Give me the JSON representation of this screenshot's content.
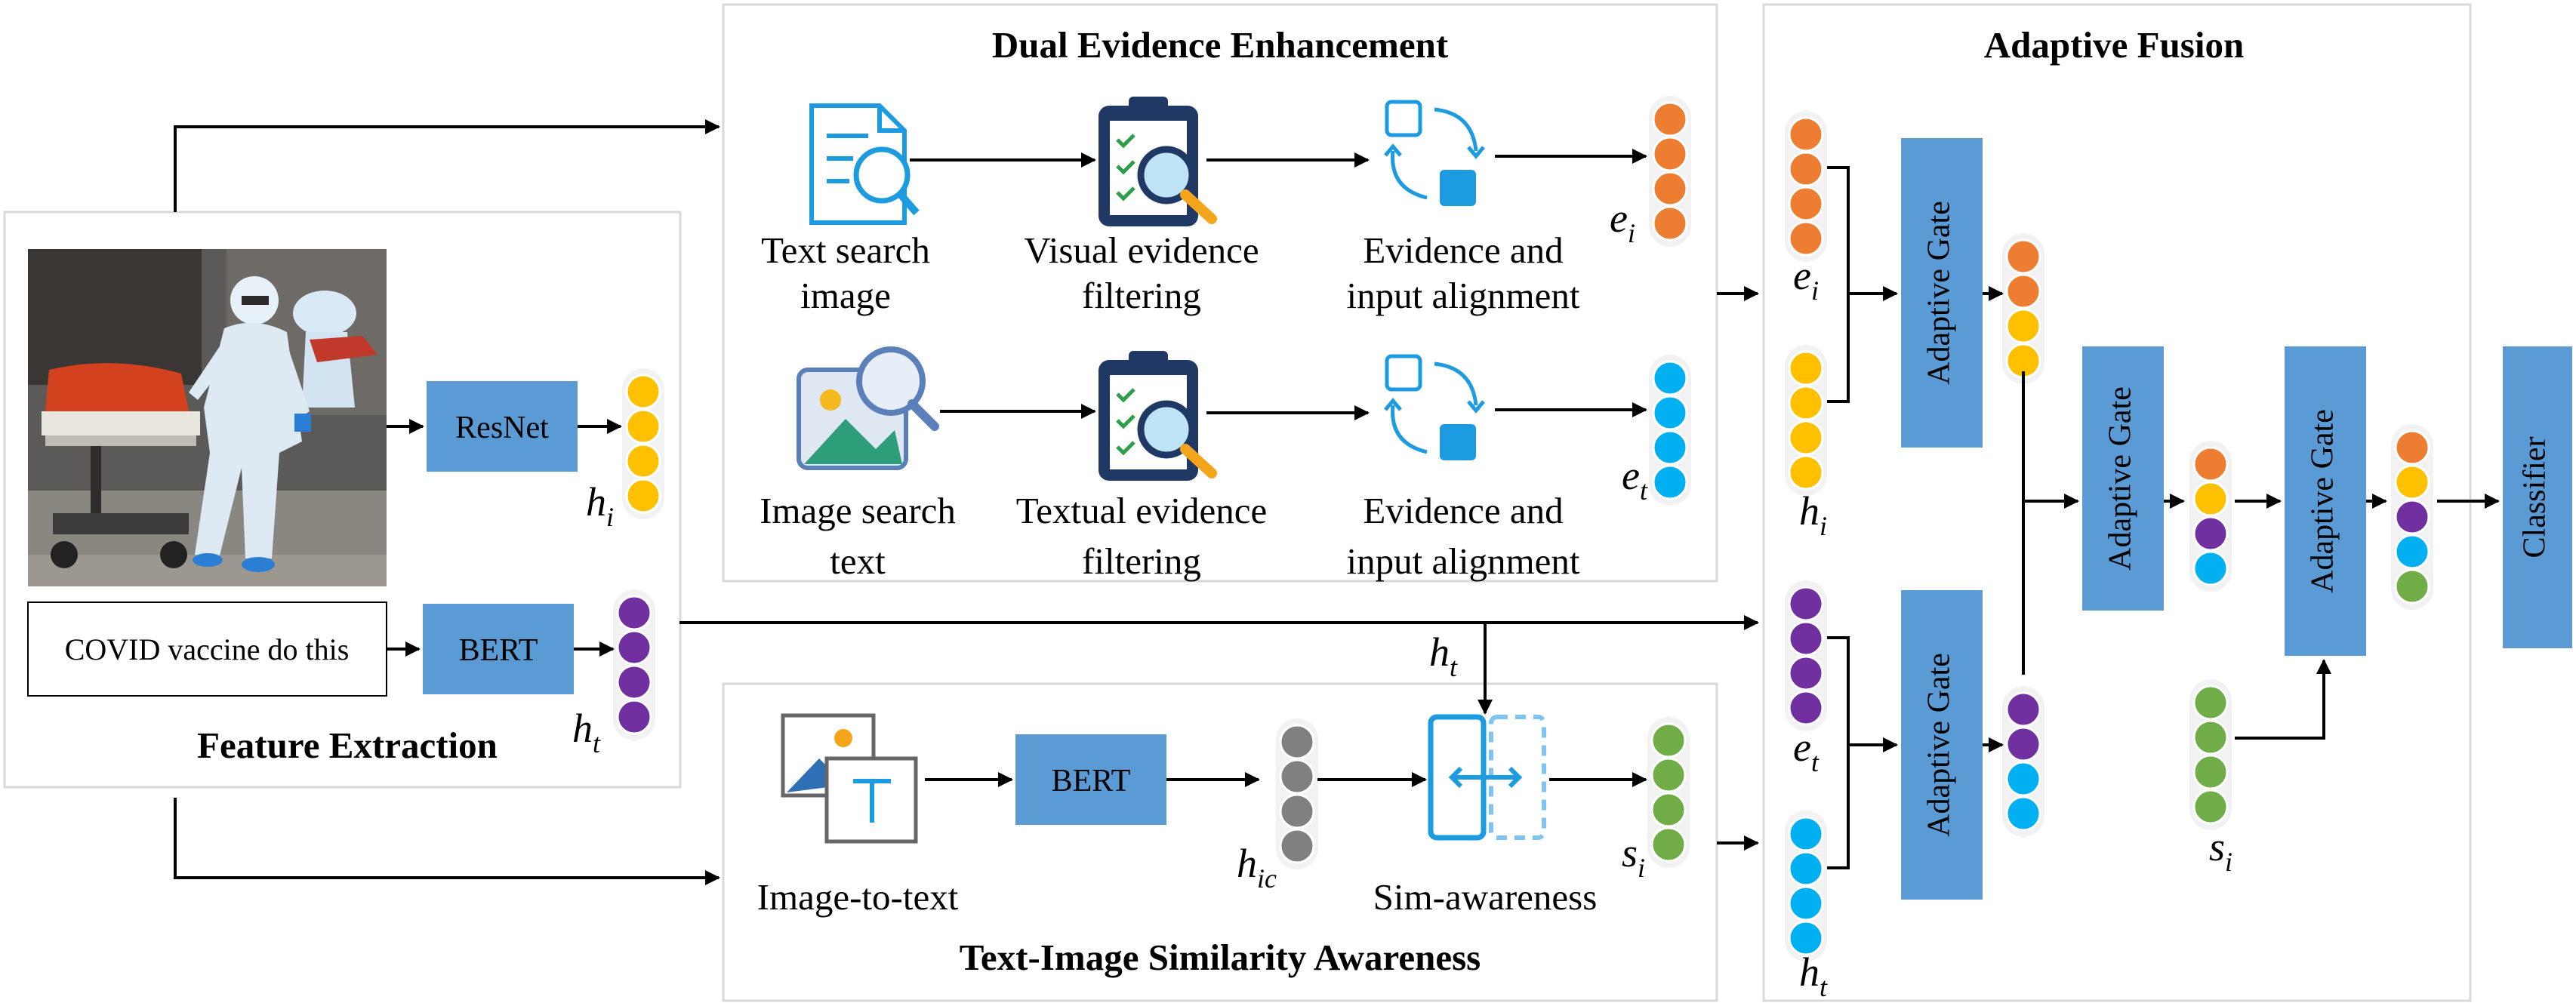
{
  "panels": {
    "feature_extraction": "Feature Extraction",
    "dual_evidence": "Dual Evidence Enhancement",
    "similarity": "Text-Image Similarity Awareness",
    "adaptive_fusion": "Adaptive Fusion"
  },
  "blocks": {
    "resnet": "ResNet",
    "bert_feature": "BERT",
    "bert_caption": "BERT",
    "gate_top": "Adaptive Gate",
    "gate_bottom": "Adaptive Gate",
    "gate_mid": "Adaptive Gate",
    "gate_final": "Adaptive Gate",
    "classifier": "Classifier"
  },
  "input_text": "COVID vaccine do this",
  "steps": {
    "text_search_image": [
      "Text search",
      "image"
    ],
    "visual_filtering": [
      "Visual evidence",
      "filtering"
    ],
    "align_top": [
      "Evidence and",
      "input  alignment"
    ],
    "image_search_text": [
      "Image search",
      "text"
    ],
    "textual_filtering": [
      "Textual evidence",
      "filtering"
    ],
    "align_bottom": [
      "Evidence and",
      "input  alignment"
    ],
    "image_to_text": "Image-to-text",
    "sim_awareness": "Sim-awareness"
  },
  "variables": {
    "h_i": {
      "base": "h",
      "sub": "i"
    },
    "h_t": {
      "base": "h",
      "sub": "t"
    },
    "e_i": {
      "base": "e",
      "sub": "i"
    },
    "e_t": {
      "base": "e",
      "sub": "t"
    },
    "h_ic": {
      "base": "h",
      "sub": "ic"
    },
    "s_i": {
      "base": "s",
      "sub": "i"
    }
  },
  "colors": {
    "orange": "#ed7d31",
    "yellow": "#ffc000",
    "purple": "#7030a0",
    "cyan": "#00b0f0",
    "green": "#70ad47",
    "gray": "#808080",
    "block_blue": "#5b9bd5",
    "icon_blue": "#1d9be0",
    "icon_navy": "#1f3864"
  }
}
